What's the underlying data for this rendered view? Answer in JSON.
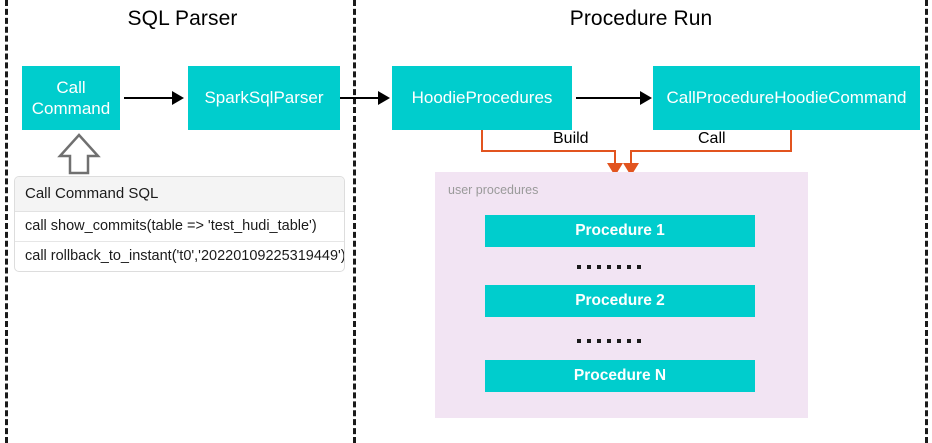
{
  "diagram": {
    "sections": [
      {
        "title": "SQL Parser"
      },
      {
        "title": "Procedure Run"
      }
    ],
    "nodes": {
      "call_command": "Call\nCommand",
      "call_command_line1": "Call",
      "call_command_line2": "Command",
      "spark_sql_parser": "SparkSqlParser",
      "hoodie_procedures": "HoodieProcedures",
      "call_procedure_hoodie_command": "CallProcedureHoodieCommand"
    },
    "edge_labels": {
      "build": "Build",
      "call": "Call"
    },
    "sql_table": {
      "header": "Call Command SQL",
      "rows": [
        "call show_commits(table => 'test_hudi_table')",
        "call rollback_to_instant('t0','20220109225319449')"
      ]
    },
    "procedures_panel": {
      "label": "user procedures",
      "items": [
        "Procedure 1",
        "Procedure 2",
        "Procedure N"
      ],
      "ellipsis": "·······"
    },
    "colors": {
      "teal": "#00CDCD",
      "orange": "#E2541F",
      "panel": "#F2E4F3",
      "divider": "#1A1A1A",
      "label_gray": "#9A9A9A"
    }
  }
}
